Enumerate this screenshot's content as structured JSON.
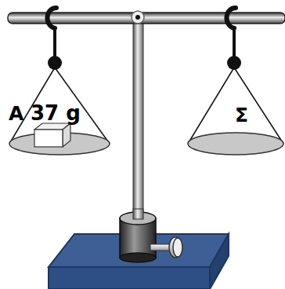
{
  "diagram": {
    "labels": [
      "A",
      "37 g",
      "Σ"
    ]
  }
}
